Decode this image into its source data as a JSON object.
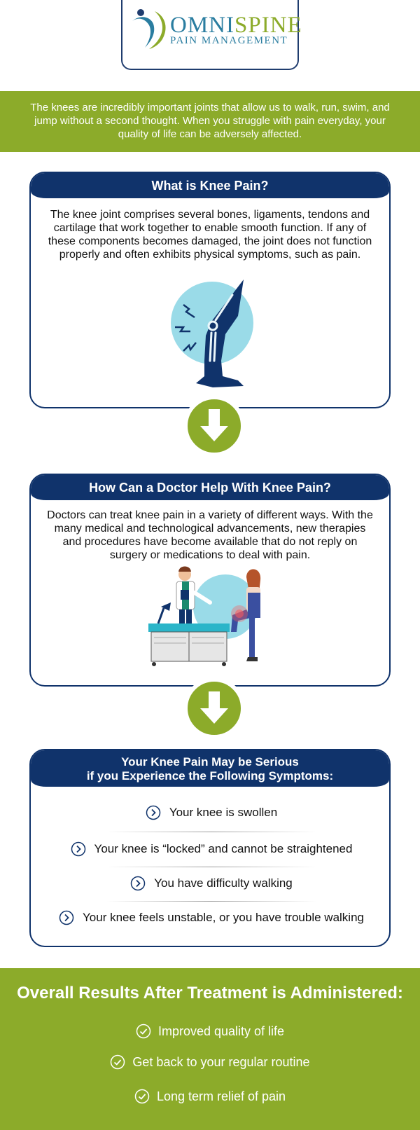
{
  "logo": {
    "brand_part1": "OMNI",
    "brand_part2": "SPINE",
    "tagline": "PAIN MANAGEMENT"
  },
  "intro": {
    "text": "The knees are incredibly important joints that allow us to walk, run, swim, and jump without a second thought. When you struggle with pain everyday, your quality of life can be adversely affected."
  },
  "section1": {
    "heading": "What is Knee Pain?",
    "body": "The knee joint comprises several bones, ligaments, tendons and cartilage that work together to enable smooth function. If any of these components becomes damaged, the joint does not function properly and often exhibits physical symptoms, such as pain.",
    "illustration_icon": "knee-pain-icon"
  },
  "section2": {
    "heading": "How Can a Doctor Help With Knee Pain?",
    "body": "Doctors can treat knee pain in a variety of different ways. With the many medical and technological advancements, new therapies and procedures have become available that do not reply on surgery or medications to deal with pain.",
    "illustration_icon": "doctor-patient-icon"
  },
  "section3": {
    "heading_line1": "Your Knee Pain May be Serious",
    "heading_line2": "if you Experience the Following Symptoms:",
    "symptoms": [
      "Your knee is swollen",
      "Your knee is “locked” and cannot be straightened",
      "You have difficulty walking",
      "Your knee feels unstable, or you have trouble walking"
    ]
  },
  "results": {
    "title": "Overall Results After Treatment is Administered:",
    "items": [
      "Improved quality of life",
      "Get back to your regular routine",
      "Long term relief of pain"
    ]
  },
  "colors": {
    "navy": "#10336b",
    "green": "#8cab2a",
    "teal": "#2a7da0",
    "light_blue": "#9adbe8"
  }
}
